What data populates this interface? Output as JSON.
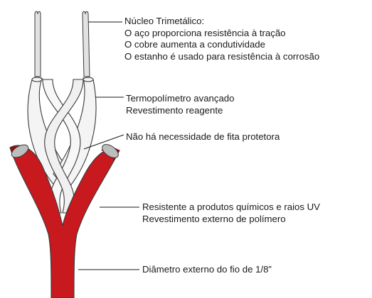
{
  "diagram": {
    "colors": {
      "outer_jacket": "#c8191e",
      "outer_jacket_dark": "#8e0f13",
      "inner_wire": "#f4f4f4",
      "conductor": "#e2e2e2",
      "outline": "#3a3a3a",
      "leader": "#1a1a1a"
    },
    "callouts": {
      "core": {
        "lines": [
          "Núcleo Trimetálico:",
          "O aço proporciona resistência à tração",
          "O cobre aumenta a condutividade",
          "O estanho é usado para resistência à corrosão"
        ]
      },
      "jacket": {
        "lines": [
          "Termopolímetro avançado",
          "Revestimento reagente"
        ]
      },
      "tape": {
        "lines": [
          "Não há necessidade de fita protetora"
        ]
      },
      "resist": {
        "lines": [
          "Resistente a produtos químicos e raios UV",
          "Revestimento externo de polímero"
        ]
      },
      "diameter": {
        "lines": [
          "Diâmetro externo do fio de 1/8”"
        ]
      }
    }
  }
}
